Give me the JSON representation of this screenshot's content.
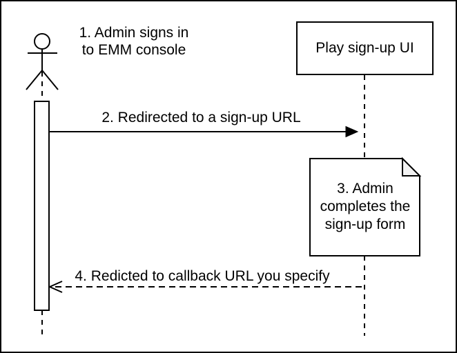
{
  "diagram": {
    "type": "sequence-diagram",
    "participants": [
      {
        "id": "admin",
        "kind": "actor"
      },
      {
        "id": "play-signup-ui",
        "kind": "box",
        "label": "Play sign-up UI"
      }
    ],
    "steps": [
      {
        "n": 1,
        "kind": "annotation",
        "text": "1. Admin signs in\nto EMM console"
      },
      {
        "n": 2,
        "kind": "solid-arrow",
        "text": "2. Redirected to a sign-up URL",
        "from": "admin",
        "to": "play-signup-ui"
      },
      {
        "n": 3,
        "kind": "note",
        "text": "3. Admin\ncompletes the\nsign-up form"
      },
      {
        "n": 4,
        "kind": "dashed-arrow",
        "text": "4. Redicted to callback URL you specify",
        "from": "play-signup-ui",
        "to": "admin"
      }
    ],
    "colors": {
      "stroke": "#000000",
      "background": "#ffffff",
      "shape_fill": "#ffffff",
      "note_fold_fill": "#f2f2f2",
      "text": "#000000"
    }
  }
}
